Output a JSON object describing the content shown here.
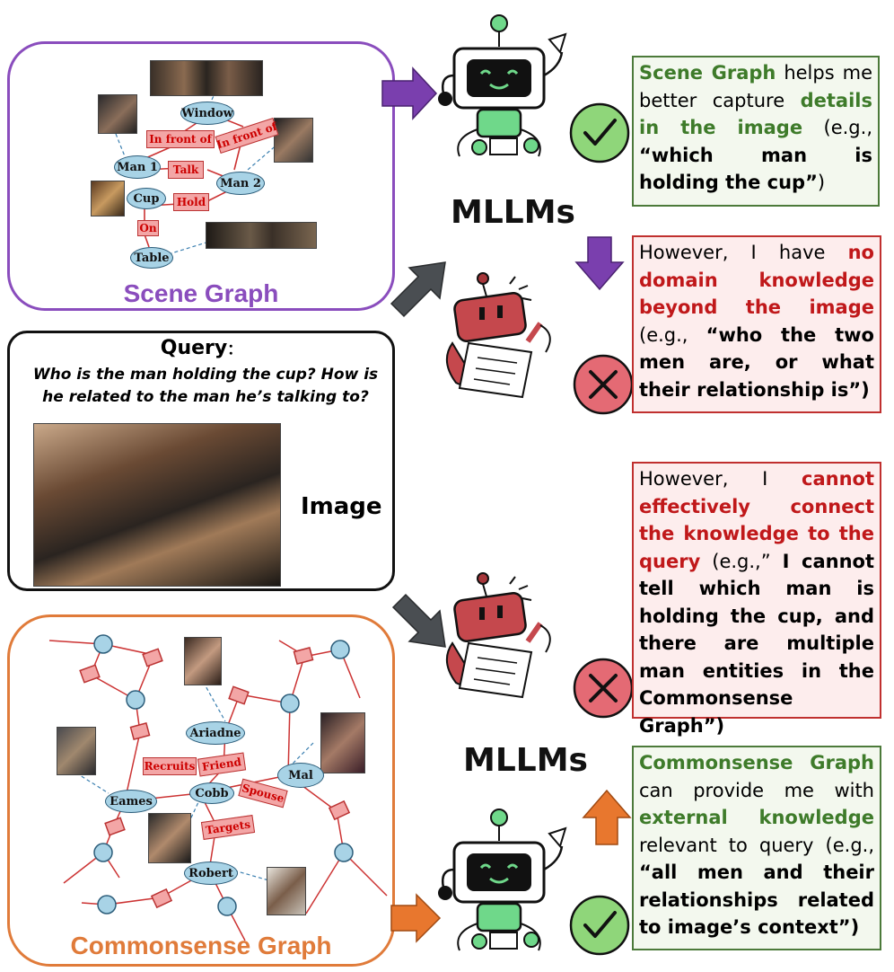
{
  "scene_graph": {
    "title": "Scene Graph",
    "nodes": {
      "window": "Window",
      "man1": "Man 1",
      "man2": "Man 2",
      "cup": "Cup",
      "table": "Table"
    },
    "relations": {
      "infront1": "In front of",
      "infront2": "In front of",
      "talk": "Talk",
      "hold": "Hold",
      "on": "On"
    }
  },
  "query": {
    "label": "Query",
    "colon": "：",
    "text": "Who is the man holding the cup? How is he related to the man he’s talking to?",
    "image_label": "Image"
  },
  "commonsense_graph": {
    "title": "Commonsense Graph",
    "nodes": {
      "ariadne": "Ariadne",
      "eames": "Eames",
      "cobb": "Cobb",
      "mal": "Mal",
      "robert": "Robert"
    },
    "relations": {
      "recruits": "Recruits",
      "friend": "Friend",
      "spouse": "Spouse",
      "targets": "Targets"
    }
  },
  "mllm_labels": {
    "top": "MLLMs",
    "bottom": "MLLMs"
  },
  "boxes": {
    "box1": {
      "p1": "Scene Graph",
      "p2": " helps me better capture ",
      "p3": "details in the image",
      "p4": " (e.g., ",
      "p5": "“which man is holding the cup”",
      "p6": ")"
    },
    "box2": {
      "p1": "However, I have ",
      "p2": "no domain knowledge beyond the image",
      "p3": " (e.g., ",
      "p4": "“who the two men are, or what their relationship is”)"
    },
    "box3": {
      "p1": "However, I ",
      "p2": "cannot effectively connect the knowledge to the query",
      "p3": " (e.g.,” ",
      "p4": "I cannot tell which man is holding the cup, and there are multiple man entities in the Commonsense Graph”)"
    },
    "box4": {
      "p1": "Commonsense Graph",
      "p2": " can provide me with ",
      "p3": "external knowledge",
      "p4": " relevant to query (e.g., ",
      "p5": "“all men and their relationships related to image’s context”)"
    }
  },
  "colors": {
    "scene_graph": "#8a4dbd",
    "commonsense_graph": "#e07b3a",
    "check": "#3e7b2a",
    "cross": "#c0302f",
    "node_fill": "#a8d3e6",
    "relation_fill": "#f3a6a6"
  }
}
